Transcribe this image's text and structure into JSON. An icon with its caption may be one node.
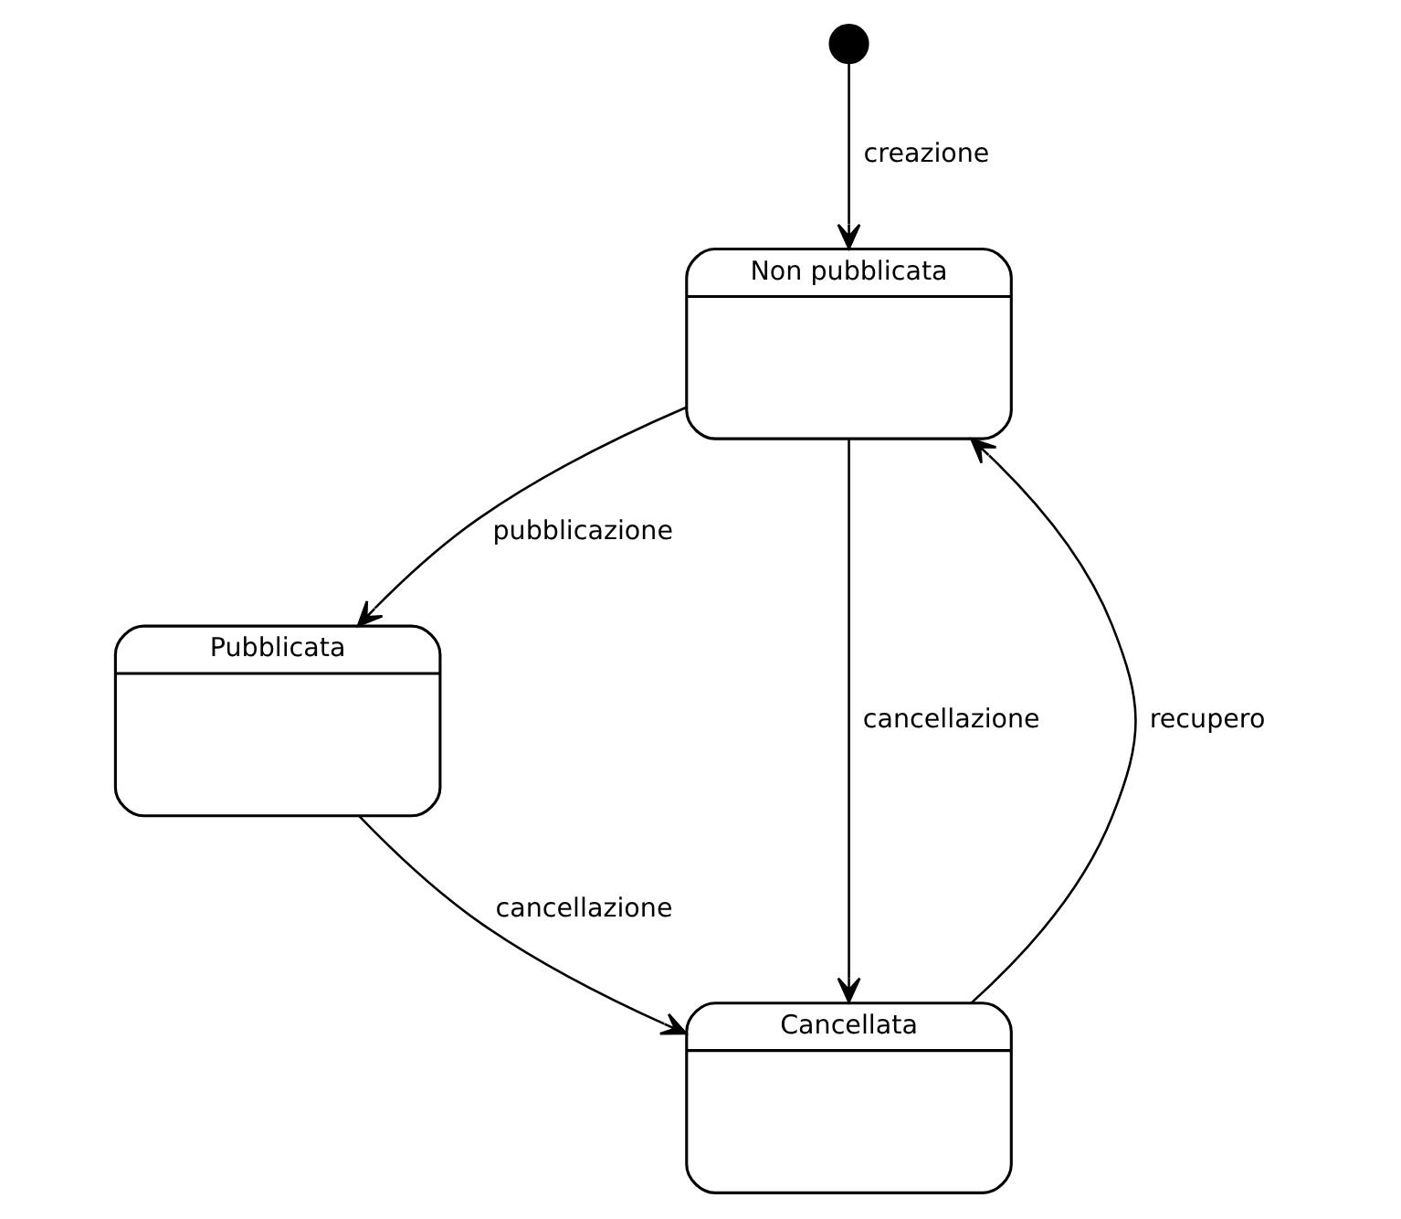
{
  "diagram": {
    "nodes": [
      {
        "text": [],
        "shape": "circle"
      },
      {
        "text": [
          "Non pubblicata"
        ]
      },
      {
        "text": [
          "Pubblicata"
        ]
      },
      {
        "text": [
          "Cancellata"
        ]
      }
    ],
    "edges": [
      {
        "from": 0,
        "to": 1,
        "arrow": "to",
        "label": "creazione"
      },
      {
        "from": 1,
        "to": 2,
        "arrow": "to",
        "label": "pubblicazione"
      },
      {
        "from": 1,
        "to": 3,
        "arrow": "to",
        "label": "cancellazione"
      },
      {
        "from": 3,
        "to": 1,
        "arrow": "to",
        "label": "recupero"
      },
      {
        "from": 2,
        "to": 3,
        "arrow": "to",
        "label": "cancellazione"
      }
    ]
  }
}
